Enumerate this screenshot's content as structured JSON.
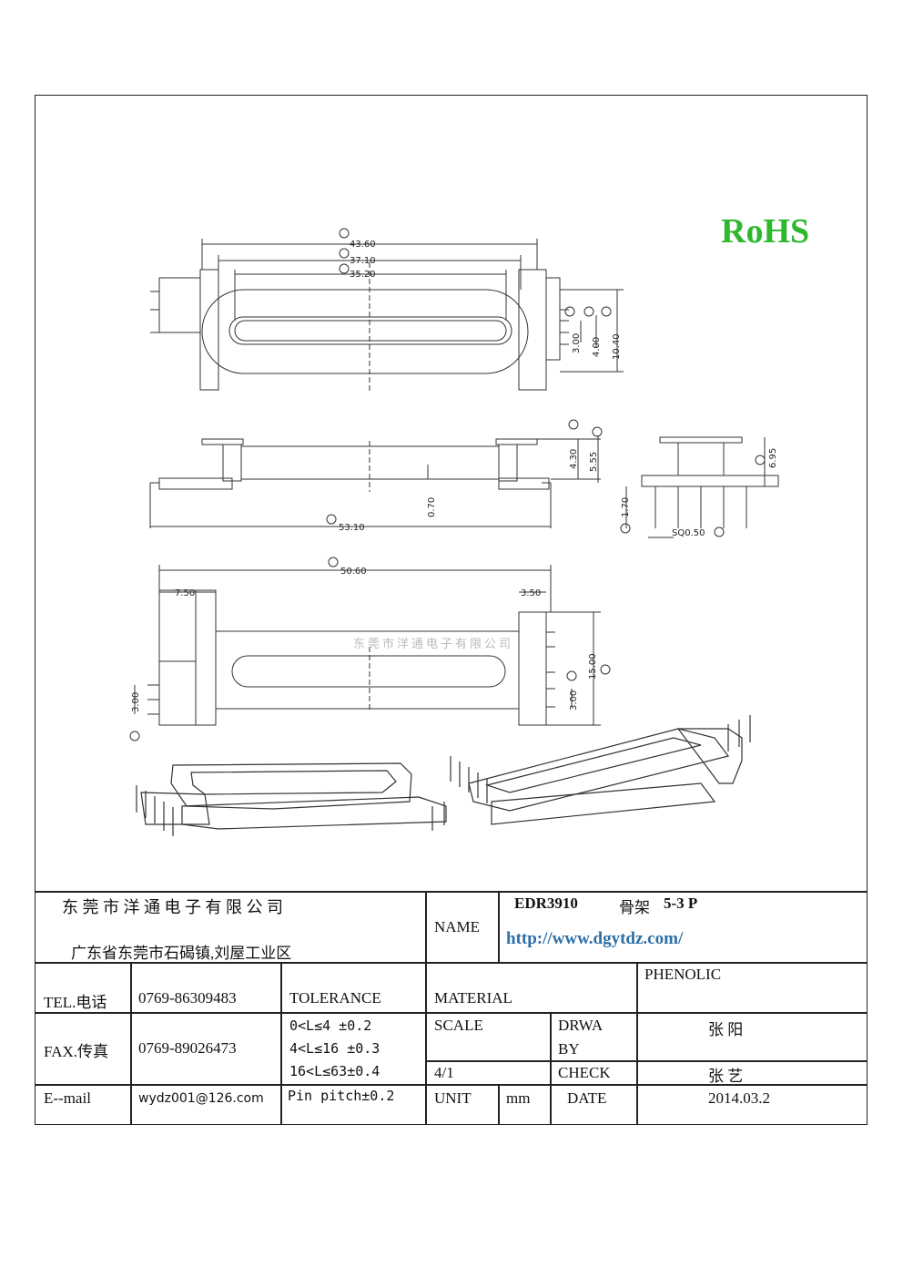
{
  "rohs": "RoHS",
  "watermark": "东莞市洋通电子有限公司",
  "dimensions": {
    "A": "43.60",
    "B": "37.10",
    "C": "35.20",
    "D": "3.00",
    "E": "4.00",
    "F": "10.40",
    "G": "4.30",
    "H": "5.55",
    "I": "1.70",
    "J": "6.95",
    "K": "SQ0.50",
    "L": "53.10",
    "M": "50.60",
    "N": "15.00",
    "O": "3.00",
    "P": "0.70",
    "Q": "3.00",
    "R": "7.50",
    "S": "3.50"
  },
  "title_block": {
    "company": "东 莞 市 洋 通 电 子 有 限 公 司",
    "address": "广东省东莞市石碣镇,刘屋工业区",
    "name_label": "NAME",
    "part_name": "EDR3910",
    "part_type": "骨架",
    "part_pins": "5-3 P",
    "website": "http://www.dgytdz.com/",
    "tel_label": "TEL.电话",
    "tel": "0769-86309483",
    "tolerance_label": "TOLERANCE",
    "material_label": "MATERIAL",
    "material": "PHENOLIC",
    "fax_label": "FAX.传真",
    "fax": "0769-89026473",
    "tolerances": [
      "0<L≤4  ±0.2",
      "4<L≤16 ±0.3",
      "16<L≤63±0.4",
      "Pin pitch±0.2"
    ],
    "scale_label": "SCALE",
    "scale": "4/1",
    "drawn_by_label_1": "DRWA",
    "drawn_by_label_2": "BY",
    "drawn_by": "张 阳",
    "check_label": "CHECK",
    "checked_by": "张 艺",
    "email_label": "E--mail",
    "email": "wydz001@126.com",
    "unit_label": "UNIT",
    "unit": "mm",
    "date_label": "DATE",
    "date": "2014.03.2"
  }
}
